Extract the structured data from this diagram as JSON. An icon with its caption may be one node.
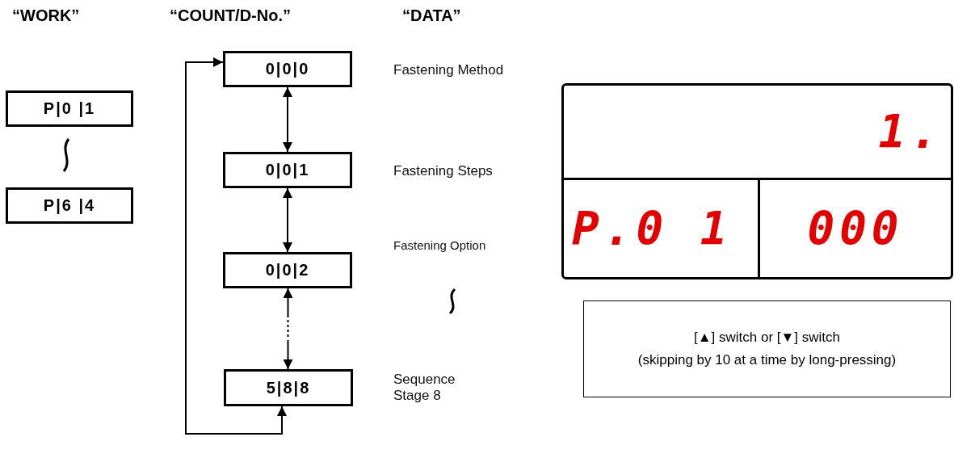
{
  "diagram": {
    "nodes": [
      {
        "text": [
          "P|0 |1"
        ]
      },
      {
        "text": [
          "P|6 |4"
        ]
      },
      {
        "text": [
          "0|0|0"
        ],
        "beside": [
          "Fastening Method"
        ]
      },
      {
        "text": [
          "0|0|1"
        ],
        "beside": [
          "Fastening Steps"
        ]
      },
      {
        "text": [
          "0|0|2"
        ],
        "beside": [
          "Fastening Option"
        ]
      },
      {
        "text": [
          "5|8|8"
        ],
        "beside": [
          "Sequence Stage 8"
        ]
      },
      {
        "text": [
          "1.",
          "P.0 1",
          "000"
        ]
      },
      {
        "text": [
          "[▲] switch or [▼] switch",
          "(skipping by 10 at a time by long-pressing)"
        ]
      }
    ],
    "edges": [
      {
        "from": 2,
        "to": 3,
        "arrow": "both"
      },
      {
        "from": 3,
        "to": 4,
        "arrow": "both"
      },
      {
        "from": 4,
        "to": 5,
        "arrow": "both",
        "style": "dashed"
      },
      {
        "from": 5,
        "to": 2,
        "arrow": "both"
      }
    ],
    "labels": [
      "“WORK”",
      "“COUNT/D-No.”",
      "“DATA”"
    ]
  }
}
